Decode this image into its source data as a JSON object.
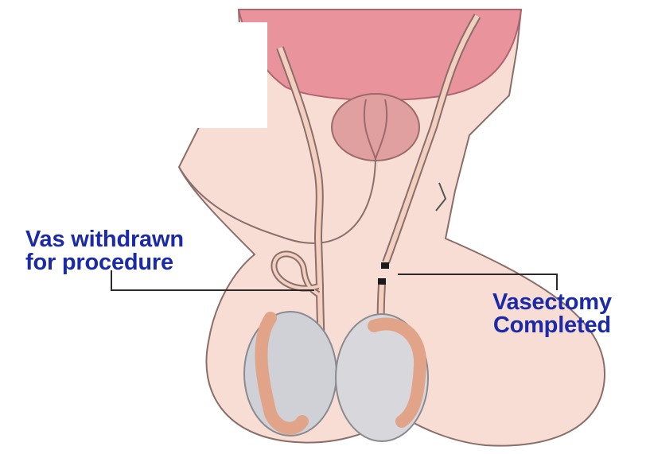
{
  "colors": {
    "label_text": "#1a2aa8",
    "skin": "#f7ddd3",
    "outline": "#8a6e6a",
    "bladder": "#e9939c",
    "prostate": "#e0a0a0",
    "testis": "#cfd1d6",
    "epididymis": "#e2a488",
    "vas": "#f2cfbf",
    "leader_line": "#2a2a2a"
  },
  "labels": {
    "left": {
      "line1": "Vas withdrawn",
      "line2": "for procedure"
    },
    "right": {
      "line1": "Vasectomy",
      "line2": "Completed"
    }
  }
}
